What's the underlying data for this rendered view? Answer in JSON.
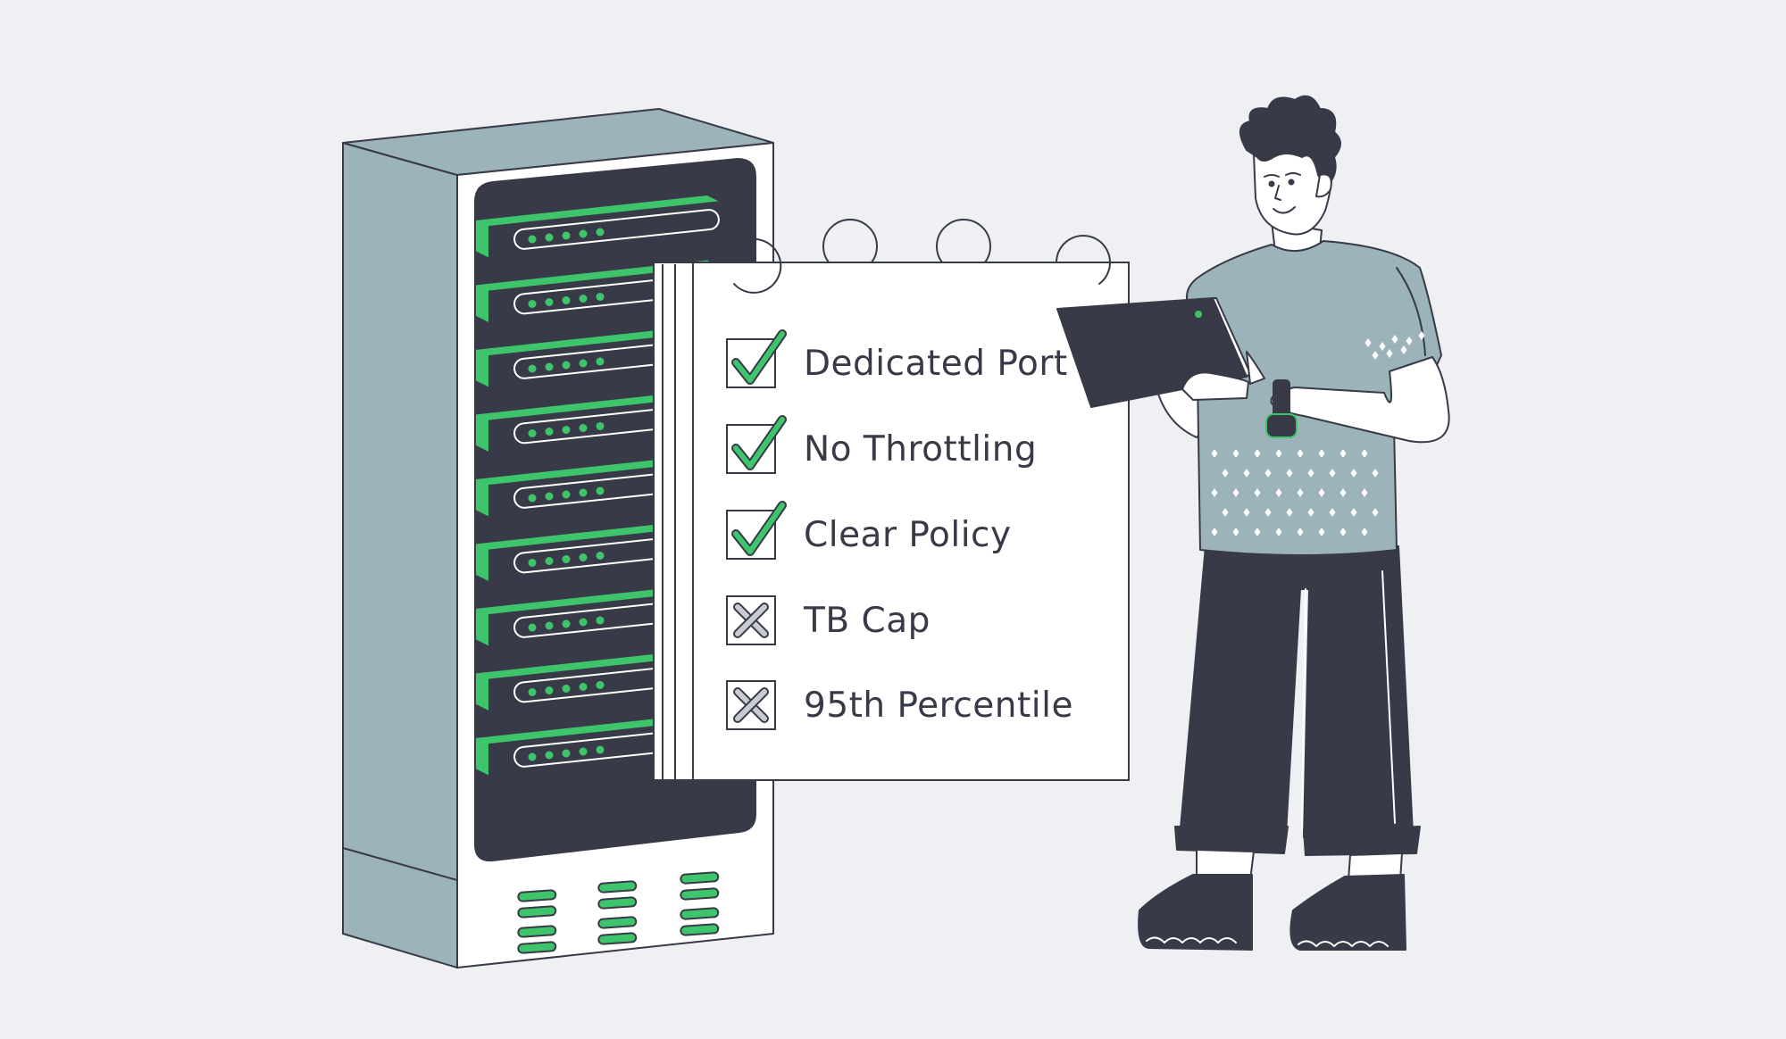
{
  "checklist": {
    "items": [
      {
        "label": "Dedicated Port",
        "status": "check"
      },
      {
        "label": "No Throttling",
        "status": "check"
      },
      {
        "label": "Clear Policy",
        "status": "check"
      },
      {
        "label": "TB Cap",
        "status": "cross"
      },
      {
        "label": "95th Percentile",
        "status": "cross"
      }
    ]
  },
  "colors": {
    "background": "#eff0f4",
    "accent_green": "#3ec56b",
    "dark": "#383a48",
    "cabinet_grey": "#9cb3b9",
    "paper": "#ffffff",
    "cross_grey": "#c9cbd3"
  },
  "icons": {
    "check": "checkmark-icon",
    "cross": "cross-icon"
  }
}
